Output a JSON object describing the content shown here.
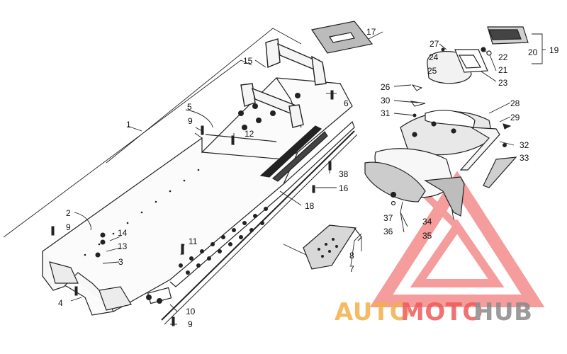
{
  "callouts": [
    {
      "id": "c1",
      "text": "1"
    },
    {
      "id": "c2",
      "text": "2"
    },
    {
      "id": "c3",
      "text": "3"
    },
    {
      "id": "c4",
      "text": "4"
    },
    {
      "id": "c5",
      "text": "5"
    },
    {
      "id": "c6",
      "text": "6"
    },
    {
      "id": "c7",
      "text": "7"
    },
    {
      "id": "c8",
      "text": "8"
    },
    {
      "id": "c9a",
      "text": "9"
    },
    {
      "id": "c9b",
      "text": "9"
    },
    {
      "id": "c9c",
      "text": "9"
    },
    {
      "id": "c10",
      "text": "10"
    },
    {
      "id": "c11",
      "text": "11"
    },
    {
      "id": "c12",
      "text": "12"
    },
    {
      "id": "c13",
      "text": "13"
    },
    {
      "id": "c14",
      "text": "14"
    },
    {
      "id": "c15",
      "text": "15"
    },
    {
      "id": "c16",
      "text": "16"
    },
    {
      "id": "c17",
      "text": "17"
    },
    {
      "id": "c18",
      "text": "18"
    },
    {
      "id": "c19",
      "text": "19"
    },
    {
      "id": "c20",
      "text": "20"
    },
    {
      "id": "c21",
      "text": "21"
    },
    {
      "id": "c22",
      "text": "22"
    },
    {
      "id": "c23",
      "text": "23"
    },
    {
      "id": "c24",
      "text": "24"
    },
    {
      "id": "c25",
      "text": "25"
    },
    {
      "id": "c26",
      "text": "26"
    },
    {
      "id": "c27",
      "text": "27"
    },
    {
      "id": "c28",
      "text": "28"
    },
    {
      "id": "c29",
      "text": "29"
    },
    {
      "id": "c30",
      "text": "30"
    },
    {
      "id": "c31",
      "text": "31"
    },
    {
      "id": "c32",
      "text": "32"
    },
    {
      "id": "c33",
      "text": "33"
    },
    {
      "id": "c34",
      "text": "34"
    },
    {
      "id": "c35",
      "text": "35"
    },
    {
      "id": "c36",
      "text": "36"
    },
    {
      "id": "c37",
      "text": "37"
    },
    {
      "id": "c38",
      "text": "38"
    }
  ],
  "watermark": {
    "part1": "AUTO",
    "part2": "MOTO",
    "part3": "HUB",
    "color_orange": "#f3b04a",
    "color_red": "#ef5a5a",
    "color_gray": "#8a8a8a"
  }
}
